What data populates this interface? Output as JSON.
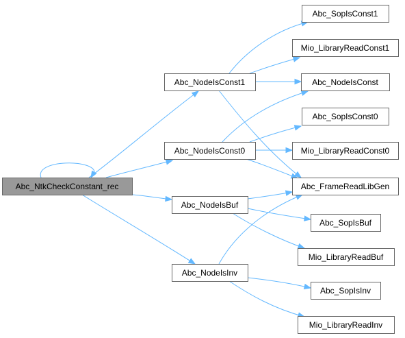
{
  "colors": {
    "edge": "#63b8ff",
    "node_border": "#666666",
    "root_fill": "#999999",
    "node_fill": "#ffffff"
  },
  "nodes": [
    {
      "id": "root",
      "label": "Abc_NtkCheckConstant_rec",
      "root": true
    },
    {
      "id": "isconst1",
      "label": "Abc_NodeIsConst1"
    },
    {
      "id": "isconst0",
      "label": "Abc_NodeIsConst0"
    },
    {
      "id": "isbuf",
      "label": "Abc_NodeIsBuf"
    },
    {
      "id": "isinv",
      "label": "Abc_NodeIsInv"
    },
    {
      "id": "sopconst1",
      "label": "Abc_SopIsConst1"
    },
    {
      "id": "mioconst1",
      "label": "Mio_LibraryReadConst1"
    },
    {
      "id": "isconst",
      "label": "Abc_NodeIsConst"
    },
    {
      "id": "sopconst0",
      "label": "Abc_SopIsConst0"
    },
    {
      "id": "mioconst0",
      "label": "Mio_LibraryReadConst0"
    },
    {
      "id": "framelib",
      "label": "Abc_FrameReadLibGen"
    },
    {
      "id": "sopbuf",
      "label": "Abc_SopIsBuf"
    },
    {
      "id": "miobuf",
      "label": "Mio_LibraryReadBuf"
    },
    {
      "id": "sopinv",
      "label": "Abc_SopIsInv"
    },
    {
      "id": "mioinv",
      "label": "Mio_LibraryReadInv"
    }
  ],
  "edges": [
    {
      "from": "root",
      "to": "root"
    },
    {
      "from": "root",
      "to": "isconst1"
    },
    {
      "from": "root",
      "to": "isconst0"
    },
    {
      "from": "root",
      "to": "isbuf"
    },
    {
      "from": "root",
      "to": "isinv"
    },
    {
      "from": "isconst1",
      "to": "sopconst1"
    },
    {
      "from": "isconst1",
      "to": "mioconst1"
    },
    {
      "from": "isconst1",
      "to": "isconst"
    },
    {
      "from": "isconst1",
      "to": "framelib"
    },
    {
      "from": "isconst0",
      "to": "isconst"
    },
    {
      "from": "isconst0",
      "to": "sopconst0"
    },
    {
      "from": "isconst0",
      "to": "mioconst0"
    },
    {
      "from": "isconst0",
      "to": "framelib"
    },
    {
      "from": "isbuf",
      "to": "framelib"
    },
    {
      "from": "isbuf",
      "to": "sopbuf"
    },
    {
      "from": "isbuf",
      "to": "miobuf"
    },
    {
      "from": "isinv",
      "to": "framelib"
    },
    {
      "from": "isinv",
      "to": "sopinv"
    },
    {
      "from": "isinv",
      "to": "mioinv"
    }
  ]
}
